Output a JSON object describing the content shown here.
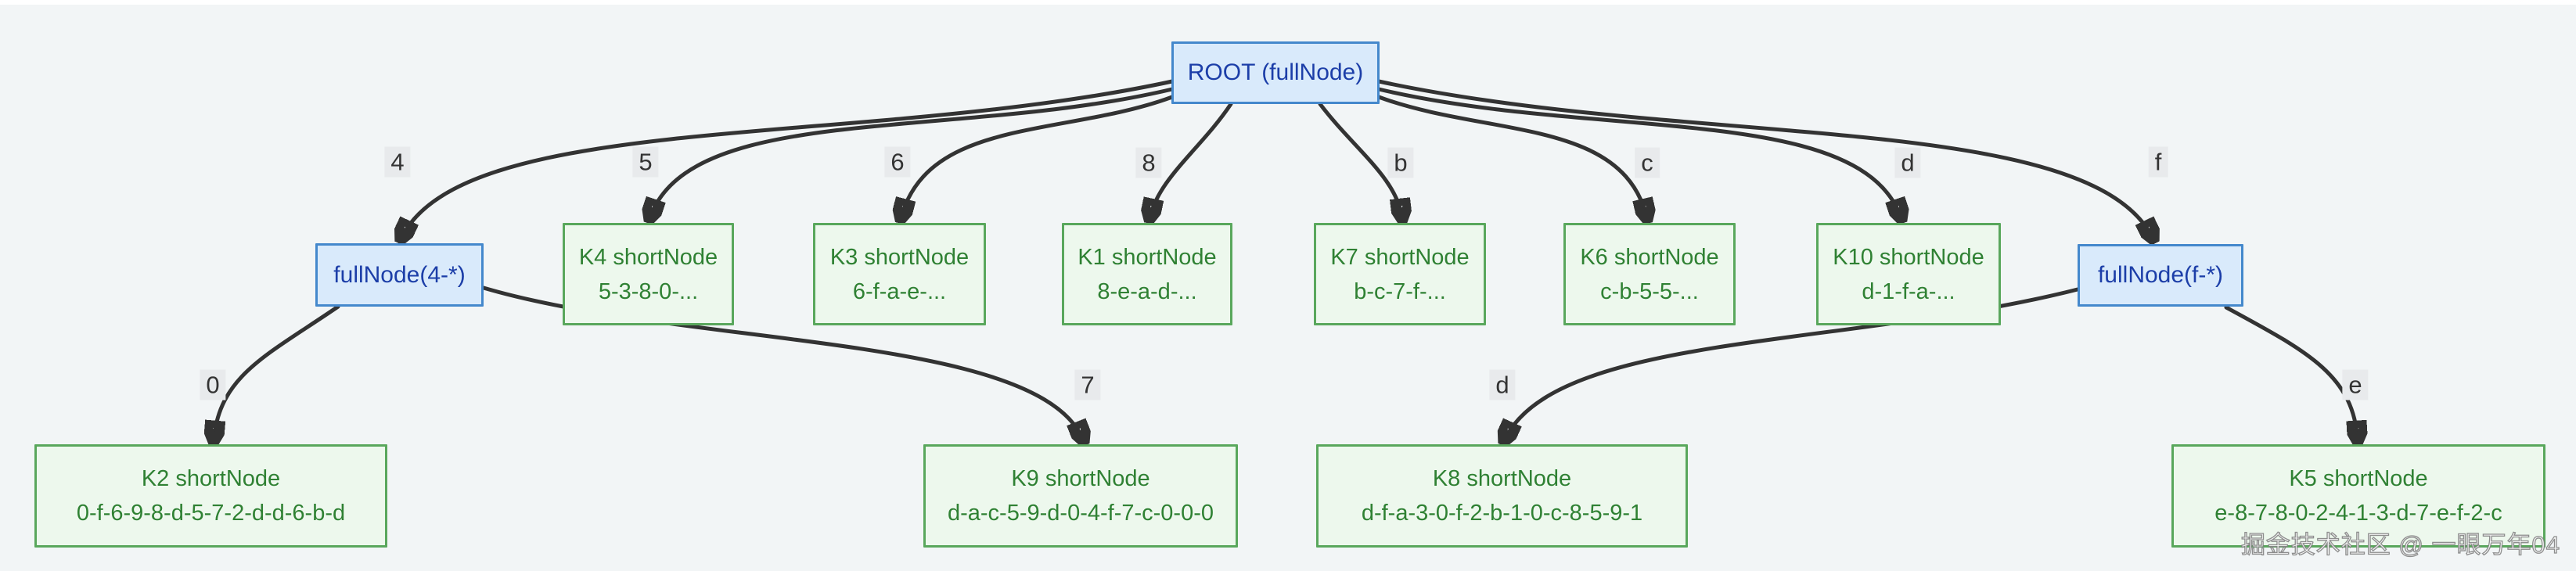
{
  "diagram_type": "radix-trie-tree",
  "nodes": {
    "root": {
      "title": "ROOT (fullNode)"
    },
    "n4": {
      "title": "fullNode(4-*)"
    },
    "k4": {
      "title": "K4 shortNode",
      "value": "5-3-8-0-..."
    },
    "k3": {
      "title": "K3 shortNode",
      "value": "6-f-a-e-..."
    },
    "k1": {
      "title": "K1 shortNode",
      "value": "8-e-a-d-..."
    },
    "k7": {
      "title": "K7 shortNode",
      "value": "b-c-7-f-..."
    },
    "k6": {
      "title": "K6 shortNode",
      "value": "c-b-5-5-..."
    },
    "k10": {
      "title": "K10 shortNode",
      "value": "d-1-f-a-..."
    },
    "nf": {
      "title": "fullNode(f-*)"
    },
    "k2": {
      "title": "K2 shortNode",
      "value": "0-f-6-9-8-d-5-7-2-d-d-6-b-d"
    },
    "k9": {
      "title": "K9 shortNode",
      "value": "d-a-c-5-9-d-0-4-f-7-c-0-0-0"
    },
    "k8": {
      "title": "K8 shortNode",
      "value": "d-f-a-3-0-f-2-b-1-0-c-8-5-9-1"
    },
    "k5": {
      "title": "K5 shortNode",
      "value": "e-8-7-8-0-2-4-1-3-d-7-e-f-2-c"
    }
  },
  "edges": [
    {
      "from": "root",
      "to": "n4",
      "label": "4"
    },
    {
      "from": "root",
      "to": "k4",
      "label": "5"
    },
    {
      "from": "root",
      "to": "k3",
      "label": "6"
    },
    {
      "from": "root",
      "to": "k1",
      "label": "8"
    },
    {
      "from": "root",
      "to": "k7",
      "label": "b"
    },
    {
      "from": "root",
      "to": "k6",
      "label": "c"
    },
    {
      "from": "root",
      "to": "k10",
      "label": "d"
    },
    {
      "from": "root",
      "to": "nf",
      "label": "f"
    },
    {
      "from": "n4",
      "to": "k2",
      "label": "0"
    },
    {
      "from": "n4",
      "to": "k9",
      "label": "7"
    },
    {
      "from": "nf",
      "to": "k8",
      "label": "d"
    },
    {
      "from": "nf",
      "to": "k5",
      "label": "e"
    }
  ],
  "watermark": "掘金技术社区 @ 一眼万年04",
  "colors": {
    "background": "#f2f5f6",
    "blue_node_fill": "#d9eafb",
    "blue_node_border": "#4488cc",
    "blue_node_text": "#1c3ea8",
    "green_node_fill": "#edf8ed",
    "green_node_border": "#59a75c",
    "green_node_text": "#2f8133",
    "edge_stroke": "#333333",
    "edge_label_bg": "#e8eaec",
    "edge_label_text": "#333333"
  }
}
